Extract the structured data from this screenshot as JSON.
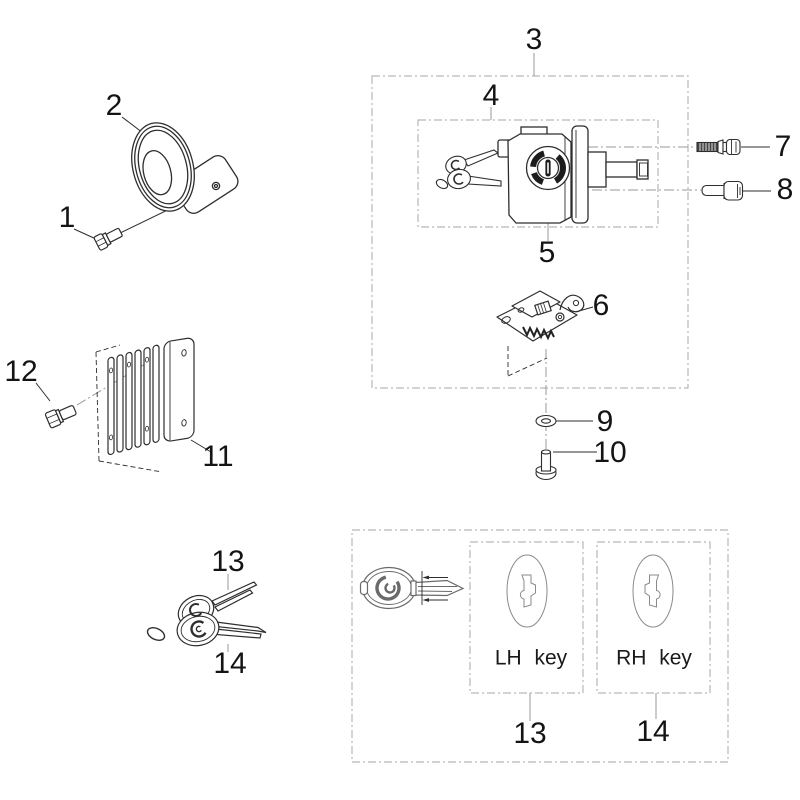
{
  "labels": {
    "p1": "1",
    "p2": "2",
    "p3": "3",
    "p4": "4",
    "p5": "5",
    "p6": "6",
    "p7": "7",
    "p8": "8",
    "p9": "9",
    "p10": "10",
    "p11": "11",
    "p12": "12",
    "p13": "13",
    "p14": "14"
  },
  "key_boxes": {
    "lh_caption": "LH key",
    "rh_caption": "RH key",
    "lh_number": "13",
    "rh_number": "14"
  },
  "colors": {
    "background": "#ffffff",
    "line": "#2e2e2e",
    "dashed_box": "#b8b8b8",
    "leader": "#999999",
    "label_text": "#141414"
  }
}
